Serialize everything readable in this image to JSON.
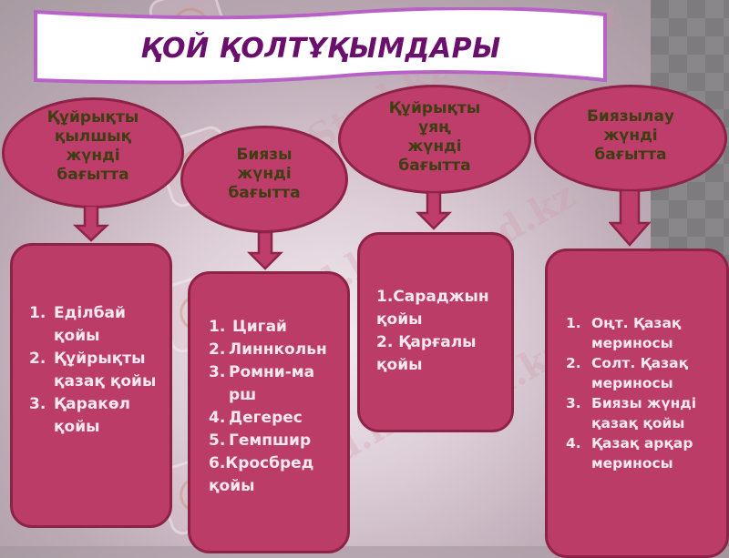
{
  "title": "ҚОЙ ҚОЛТҰҚЫМДАРЫ",
  "watermark": "Stud.kz",
  "colors": {
    "title": "#6b0f6e",
    "banner_border": "#b862c8",
    "node_fill": "#bf3d6a",
    "node_border": "#8e2348",
    "ellipse_text": "#3e3e12",
    "box_text": "#f6e8ee"
  },
  "branches": [
    {
      "heading": [
        "Құйрықты",
        "қылшық",
        "жүнді",
        "бағытта"
      ],
      "items": [
        {
          "num": "1.",
          "text": "Еділбай қойы"
        },
        {
          "num": "2.",
          "text": "Құйрықты қазақ қойы"
        },
        {
          "num": "3.",
          "text": "Қаракөл қойы"
        }
      ]
    },
    {
      "heading": [
        "Биязы",
        "жүнді",
        "бағытта"
      ],
      "items": [
        {
          "num": "1.",
          "text": "Цигай"
        },
        {
          "num": "2.",
          "text": "Линнкольн"
        },
        {
          "num": "3.",
          "text": "Ромни-марш"
        },
        {
          "num": "4.",
          "text": "Дегерес"
        },
        {
          "num": "5.",
          "text": "Гемпшир"
        },
        {
          "num": "6.",
          "text": "Кросбред қойы"
        }
      ]
    },
    {
      "heading": [
        "Құйрықты",
        "ұяң",
        "жүнді",
        "бағытта"
      ],
      "items": [
        {
          "num": "1.",
          "text": "Сараджын қойы"
        },
        {
          "num": "2.",
          "text": "Қарғалы қойы"
        }
      ]
    },
    {
      "heading": [
        "Биязылау",
        "жүнді",
        "бағытта"
      ],
      "items": [
        {
          "num": "1.",
          "text": "Оңт. Қазақ мериносы"
        },
        {
          "num": "2.",
          "text": "Солт. Қазақ мериносы"
        },
        {
          "num": "3.",
          "text": "Биязы жүнді қазақ қойы"
        },
        {
          "num": "4.",
          "text": "Қазақ арқар мериносы"
        }
      ]
    }
  ]
}
